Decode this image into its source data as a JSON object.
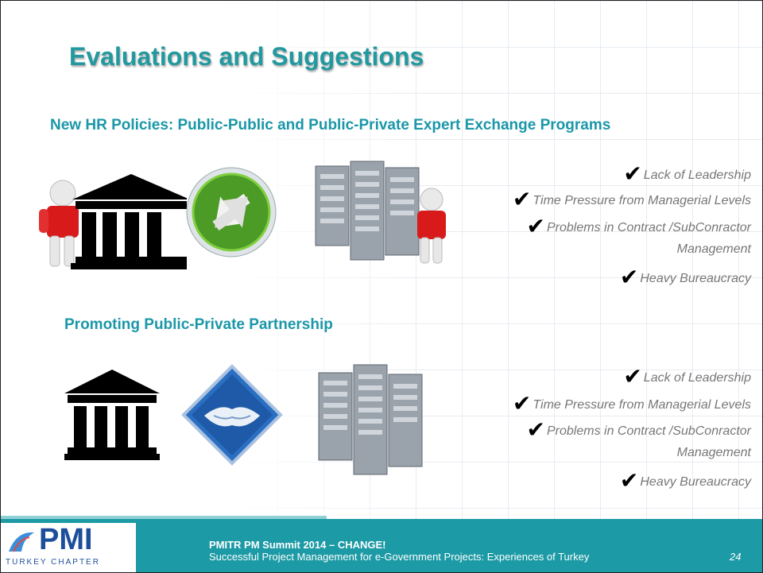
{
  "slide": {
    "title": "Evaluations and Suggestions",
    "section1": {
      "heading": "New HR Policies: Public-Public and Public-Private Expert Exchange Programs",
      "items": [
        "Lack of Leadership",
        "Time Pressure from Managerial Levels",
        "Problems in Contract /SubConractor",
        "Management",
        "Heavy Bureaucracy"
      ]
    },
    "section2": {
      "heading": "Promoting Public-Private Partnership",
      "items": [
        "Lack of Leadership",
        "Time Pressure from Managerial Levels",
        "Problems in Contract /SubConractor",
        "Management",
        "Heavy Bureaucracy"
      ]
    },
    "check_glyph": "✔"
  },
  "footer": {
    "logo_text": "PMI",
    "logo_subtext": "TURKEY CHAPTER",
    "line1": "PMITR PM Summit 2014 – CHANGE!",
    "line2": "Successful Project Management for e-Government Projects: Experiences of Turkey",
    "page": "24"
  },
  "colors": {
    "accent": "#1c9aa5",
    "title": "#22999f",
    "logo_blue": "#1d4e9c"
  }
}
